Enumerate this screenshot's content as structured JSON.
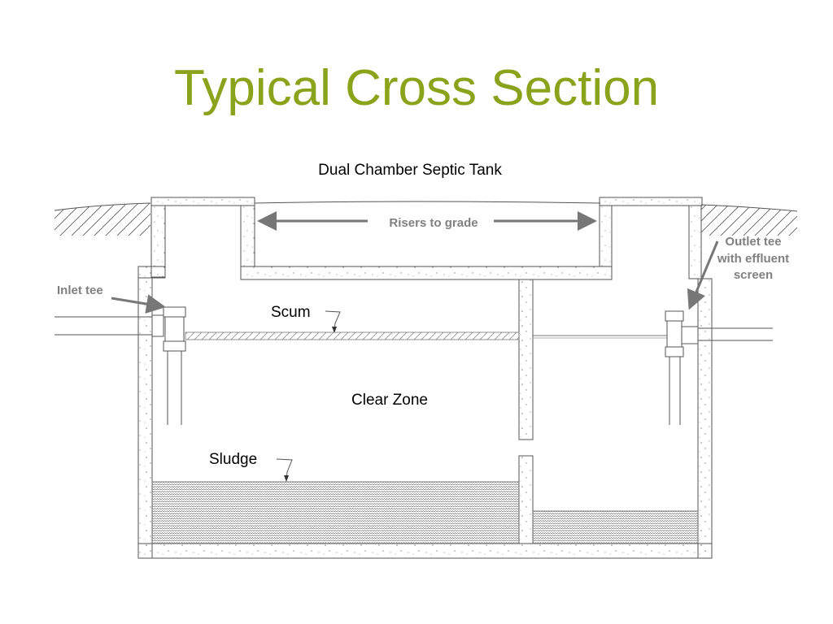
{
  "slide": {
    "title": "Typical Cross Section",
    "subtitle": "Dual Chamber Septic Tank"
  },
  "labels": {
    "risers": "Risers to grade",
    "inlet": "Inlet tee",
    "outlet_line1": "Outlet tee",
    "outlet_line2": "with effluent",
    "outlet_line3": "screen",
    "scum": "Scum",
    "clear_zone": "Clear Zone",
    "sludge": "Sludge"
  },
  "colors": {
    "title": "#8aa31a",
    "callout_text": "#808080",
    "arrow": "#777777",
    "line": "#555555"
  }
}
